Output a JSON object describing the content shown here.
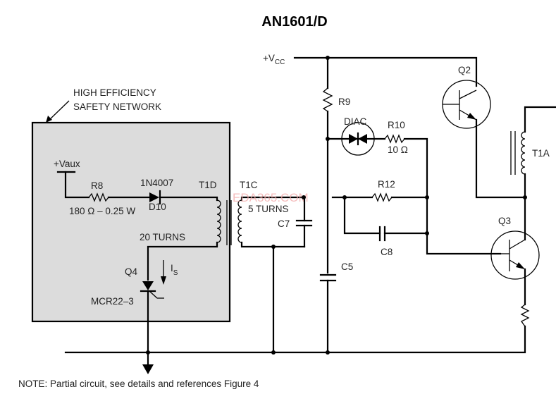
{
  "title": "AN1601/D",
  "supply": {
    "label": "+V",
    "sub": "CC"
  },
  "safety_network": {
    "label_line1": "HIGH EFFICIENCY",
    "label_line2": "SAFETY NETWORK",
    "box_color": "#dcdcdc"
  },
  "components": {
    "vaux": "+Vaux",
    "r8": {
      "name": "R8",
      "value": "180 Ω – 0.25 W"
    },
    "d10": {
      "part": "1N4007",
      "name": "D10"
    },
    "t1d": {
      "name": "T1D",
      "turns": "20 TURNS"
    },
    "t1c": {
      "name": "T1C",
      "turns": "5 TURNS"
    },
    "c7": "C7",
    "q4": {
      "name": "Q4",
      "part": "MCR22–3"
    },
    "is": {
      "label": "I",
      "sub": "S"
    },
    "r9": "R9",
    "diac": "DIAC",
    "r10": {
      "name": "R10",
      "value": "10 Ω"
    },
    "r12": "R12",
    "c8": "C8",
    "c5": "C5",
    "q2": "Q2",
    "q3": "Q3",
    "t1a": "T1A"
  },
  "watermark": "EDA365.COM",
  "note": "NOTE: Partial circuit, see details and references Figure 4"
}
